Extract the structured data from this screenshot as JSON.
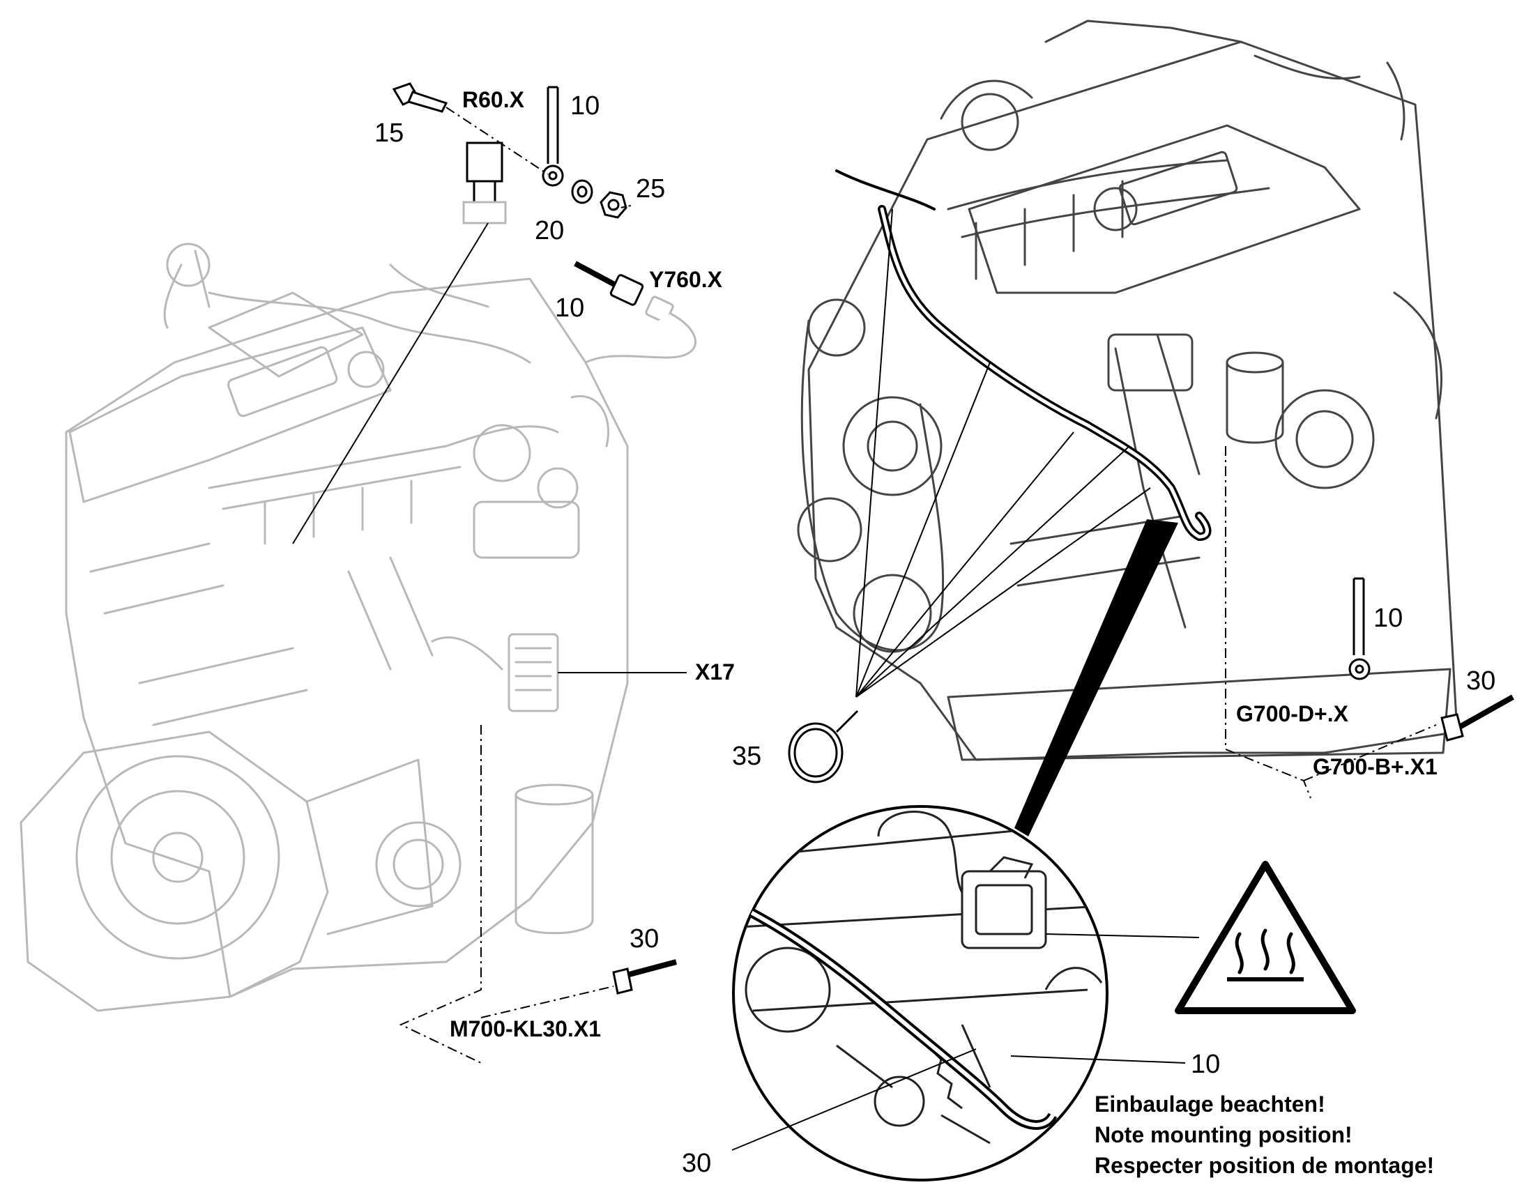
{
  "callouts": {
    "n15": "15",
    "n10_bolt": "10",
    "n25": "25",
    "n20": "20",
    "n10_plug": "10",
    "n10_right": "10",
    "n30_right": "30",
    "n35": "35",
    "n30_left": "30",
    "n10_detail": "10",
    "n30_detail": "30"
  },
  "connectors": {
    "r60": "R60.X",
    "y760": "Y760.X",
    "x17": "X17",
    "g700_d": "G700-D+.X",
    "g700_b": "G700-B+.X1",
    "m700": "M700-KL30.X1"
  },
  "installation_note": {
    "de": "Einbaulage beachten!",
    "en": "Note mounting position!",
    "fr": "Respecter position de montage!"
  },
  "symbols": {
    "hot_surface_warning": "hot-surface-warning-icon"
  }
}
